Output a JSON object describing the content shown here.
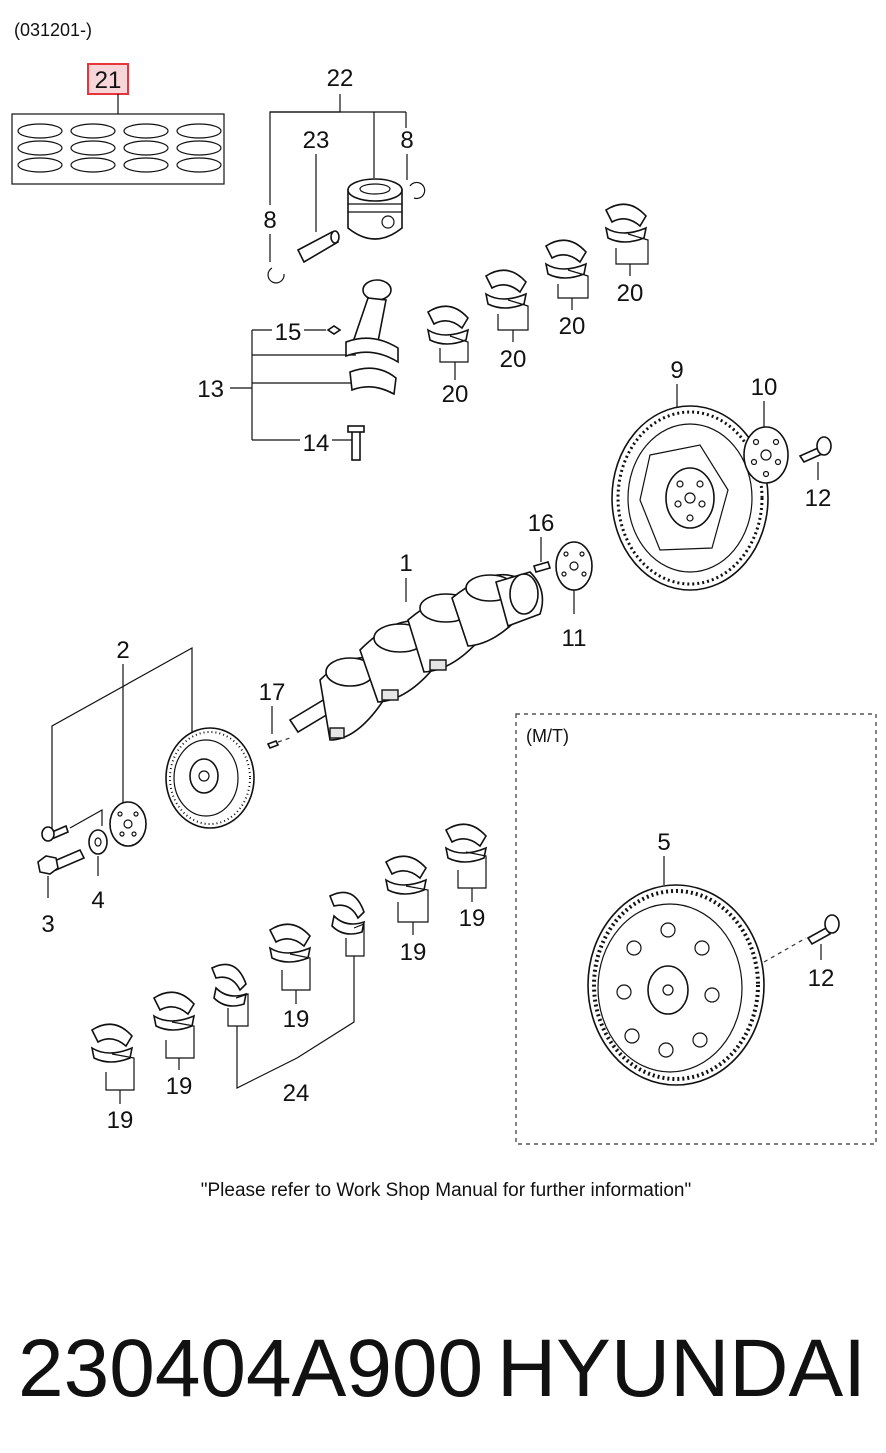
{
  "header": {
    "code": "(031201-)"
  },
  "callouts": {
    "c21": "21",
    "c22": "22",
    "c23": "23",
    "c8a": "8",
    "c8b": "8",
    "c15": "15",
    "c13": "13",
    "c14": "14",
    "c20a": "20",
    "c20b": "20",
    "c20c": "20",
    "c20d": "20",
    "c9": "9",
    "c10": "10",
    "c12a": "12",
    "c16": "16",
    "c1": "1",
    "c11": "11",
    "c2": "2",
    "c17": "17",
    "c3": "3",
    "c4": "4",
    "c19a": "19",
    "c19b": "19",
    "c19c": "19",
    "c19d": "19",
    "c19e": "19",
    "c24": "24",
    "c5": "5",
    "c12b": "12"
  },
  "mt_box": {
    "label": "(M/T)"
  },
  "footer": {
    "note": "\"Please refer to Work Shop Manual for further information\"",
    "part_number": "230404A900",
    "brand": "HYUNDAI"
  },
  "colors": {
    "highlight": "#e8343c",
    "highlight_fill": "#f6d6d8",
    "ink": "#111111"
  }
}
